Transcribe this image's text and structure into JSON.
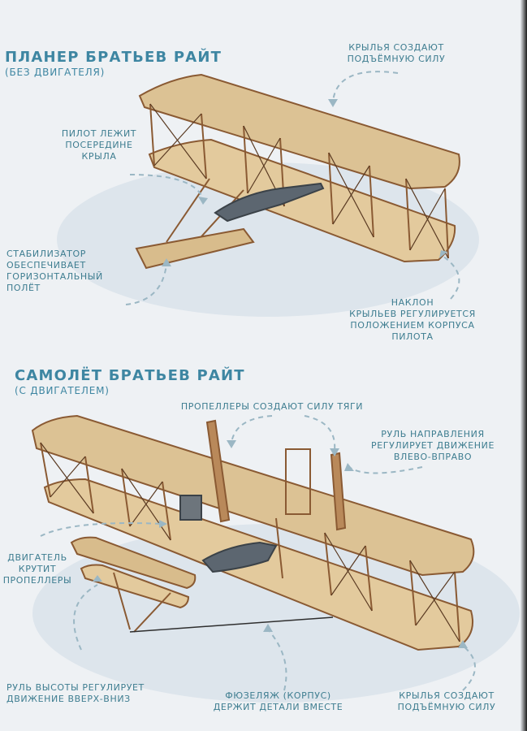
{
  "glider": {
    "title": "Планер братьев Райт",
    "subtitle": "(без двигателя)",
    "labels": {
      "wings_lift": [
        "Крылья создают",
        "подъёмную силу"
      ],
      "pilot": [
        "Пилот лежит",
        "посередине",
        "крыла"
      ],
      "stabilizer": [
        "Стабилизатор",
        "обеспечивает",
        "горизонтальный",
        "полёт"
      ],
      "tilt": [
        "Наклон",
        "крыльев регулируется",
        "положением корпуса",
        "пилота"
      ]
    }
  },
  "plane": {
    "title": "Самолёт братьев Райт",
    "subtitle": "(с двигателем)",
    "labels": {
      "propellers": [
        "Пропеллеры создают силу тяги"
      ],
      "rudder": [
        "Руль направления",
        "регулирует движение",
        "влево-вправо"
      ],
      "engine": [
        "Двигатель",
        "крутит",
        "пропеллеры"
      ],
      "elevator": [
        "Руль высоты регулирует",
        "движение вверх-вниз"
      ],
      "fuselage": [
        "Фюзеляж (корпус)",
        "держит детали вместе"
      ],
      "wings_lift": [
        "Крылья создают",
        "подъёмную силу"
      ]
    }
  },
  "colors": {
    "text": "#3e7d90",
    "title": "#3e86a2",
    "wood": "#d8bc8c",
    "frame": "#8a5a33",
    "shadow": "#dde5ec",
    "pilot": "#5c6670"
  }
}
